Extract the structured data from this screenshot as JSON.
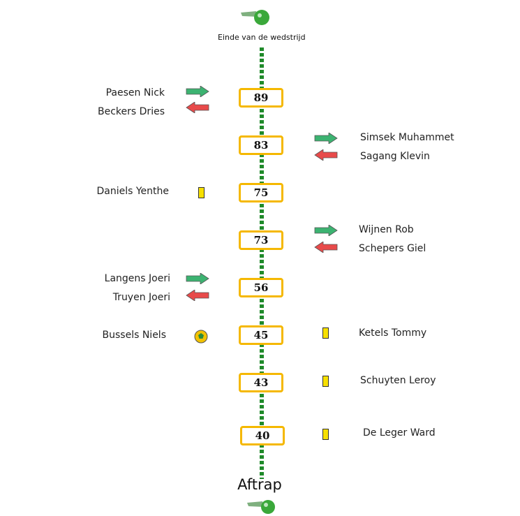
{
  "header": {
    "label": "Einde van de wedstrijd",
    "icon": "whistle-icon"
  },
  "footer": {
    "label": "Aftrap",
    "icon": "whistle-icon"
  },
  "colors": {
    "timeline": "#1f8a2a",
    "box_border": "#f5b800",
    "sub_in": "#3cb371",
    "sub_out": "#e84a4a",
    "yellow_card": "#f7e000"
  },
  "events": [
    {
      "minute": "89",
      "left_top": "Paesen Nick",
      "left_bottom": "Beckers Dries",
      "left_icon": "substitution"
    },
    {
      "minute": "83",
      "right_top": "Simsek Muhammet",
      "right_bottom": "Sagang Klevin",
      "right_icon": "substitution"
    },
    {
      "minute": "75",
      "left_single": "Daniels Yenthe",
      "left_icon": "yellow-card"
    },
    {
      "minute": "73",
      "right_top": "Wijnen Rob",
      "right_bottom": "Schepers Giel",
      "right_icon": "substitution"
    },
    {
      "minute": "56",
      "left_top": "Langens Joeri",
      "left_bottom": "Truyen Joeri",
      "left_icon": "substitution"
    },
    {
      "minute": "45",
      "left_single": "Bussels Niels",
      "left_icon": "goal-ball",
      "right_single": "Ketels Tommy",
      "right_icon": "yellow-card"
    },
    {
      "minute": "43",
      "right_single": "Schuyten Leroy",
      "right_icon": "yellow-card"
    },
    {
      "minute": "40",
      "right_single": "De Leger Ward",
      "right_icon": "yellow-card"
    }
  ]
}
